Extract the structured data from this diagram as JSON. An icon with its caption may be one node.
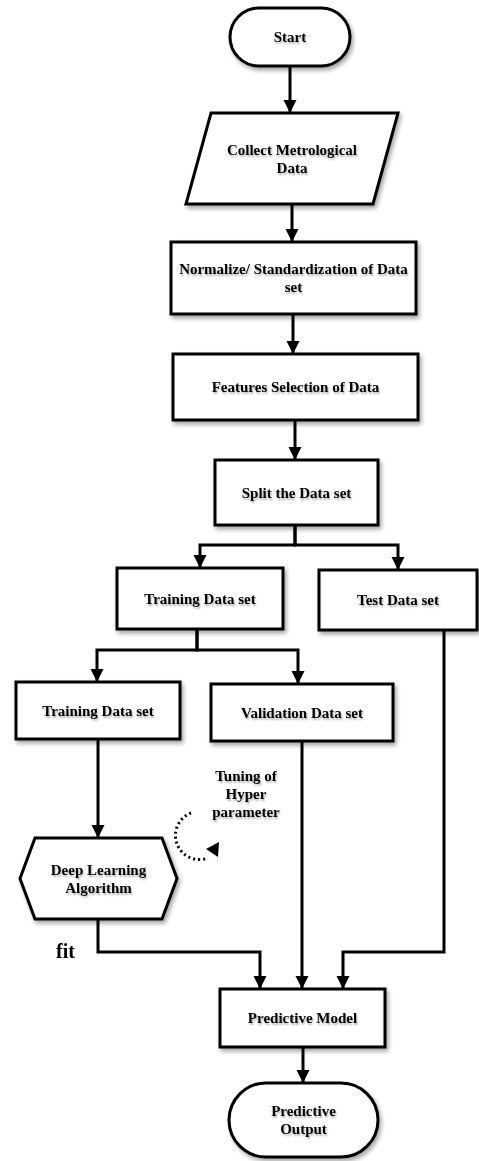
{
  "diagram": {
    "nodes": [
      {
        "text": [
          "Start"
        ]
      },
      {
        "text": [
          "Collect Metrological Data"
        ]
      },
      {
        "text": [
          "Normalize/ Standardization of Data set"
        ]
      },
      {
        "text": [
          "Features Selection of Data"
        ]
      },
      {
        "text": [
          "Split the Data set"
        ]
      },
      {
        "text": [
          "Training Data set"
        ]
      },
      {
        "text": [
          "Test Data set"
        ]
      },
      {
        "text": [
          "Training Data set"
        ]
      },
      {
        "text": [
          "Validation Data set"
        ]
      },
      {
        "text": [
          "Deep Learning Algorithm"
        ]
      },
      {
        "text": [
          "Predictive Model"
        ]
      },
      {
        "text": [
          "Predictive Output"
        ]
      }
    ],
    "edges": [
      {
        "from": 0,
        "to": 1,
        "arrow": "to"
      },
      {
        "from": 1,
        "to": 2,
        "arrow": "to"
      },
      {
        "from": 2,
        "to": 3,
        "arrow": "to"
      },
      {
        "from": 3,
        "to": 4,
        "arrow": "to"
      },
      {
        "from": 4,
        "to": 5,
        "arrow": "to"
      },
      {
        "from": 4,
        "to": 6,
        "arrow": "to"
      },
      {
        "from": 5,
        "to": 7,
        "arrow": "to"
      },
      {
        "from": 5,
        "to": 8,
        "arrow": "to"
      },
      {
        "from": 7,
        "to": 9,
        "arrow": "to"
      },
      {
        "from": 9,
        "to": 10,
        "label": "fit",
        "arrow": "to"
      },
      {
        "from": 8,
        "to": 10,
        "arrow": "to"
      },
      {
        "from": 6,
        "to": 10,
        "arrow": "to"
      },
      {
        "from": 10,
        "to": 11,
        "arrow": "to"
      }
    ],
    "labels": [
      "Tuning of Hyper parameter"
    ]
  }
}
